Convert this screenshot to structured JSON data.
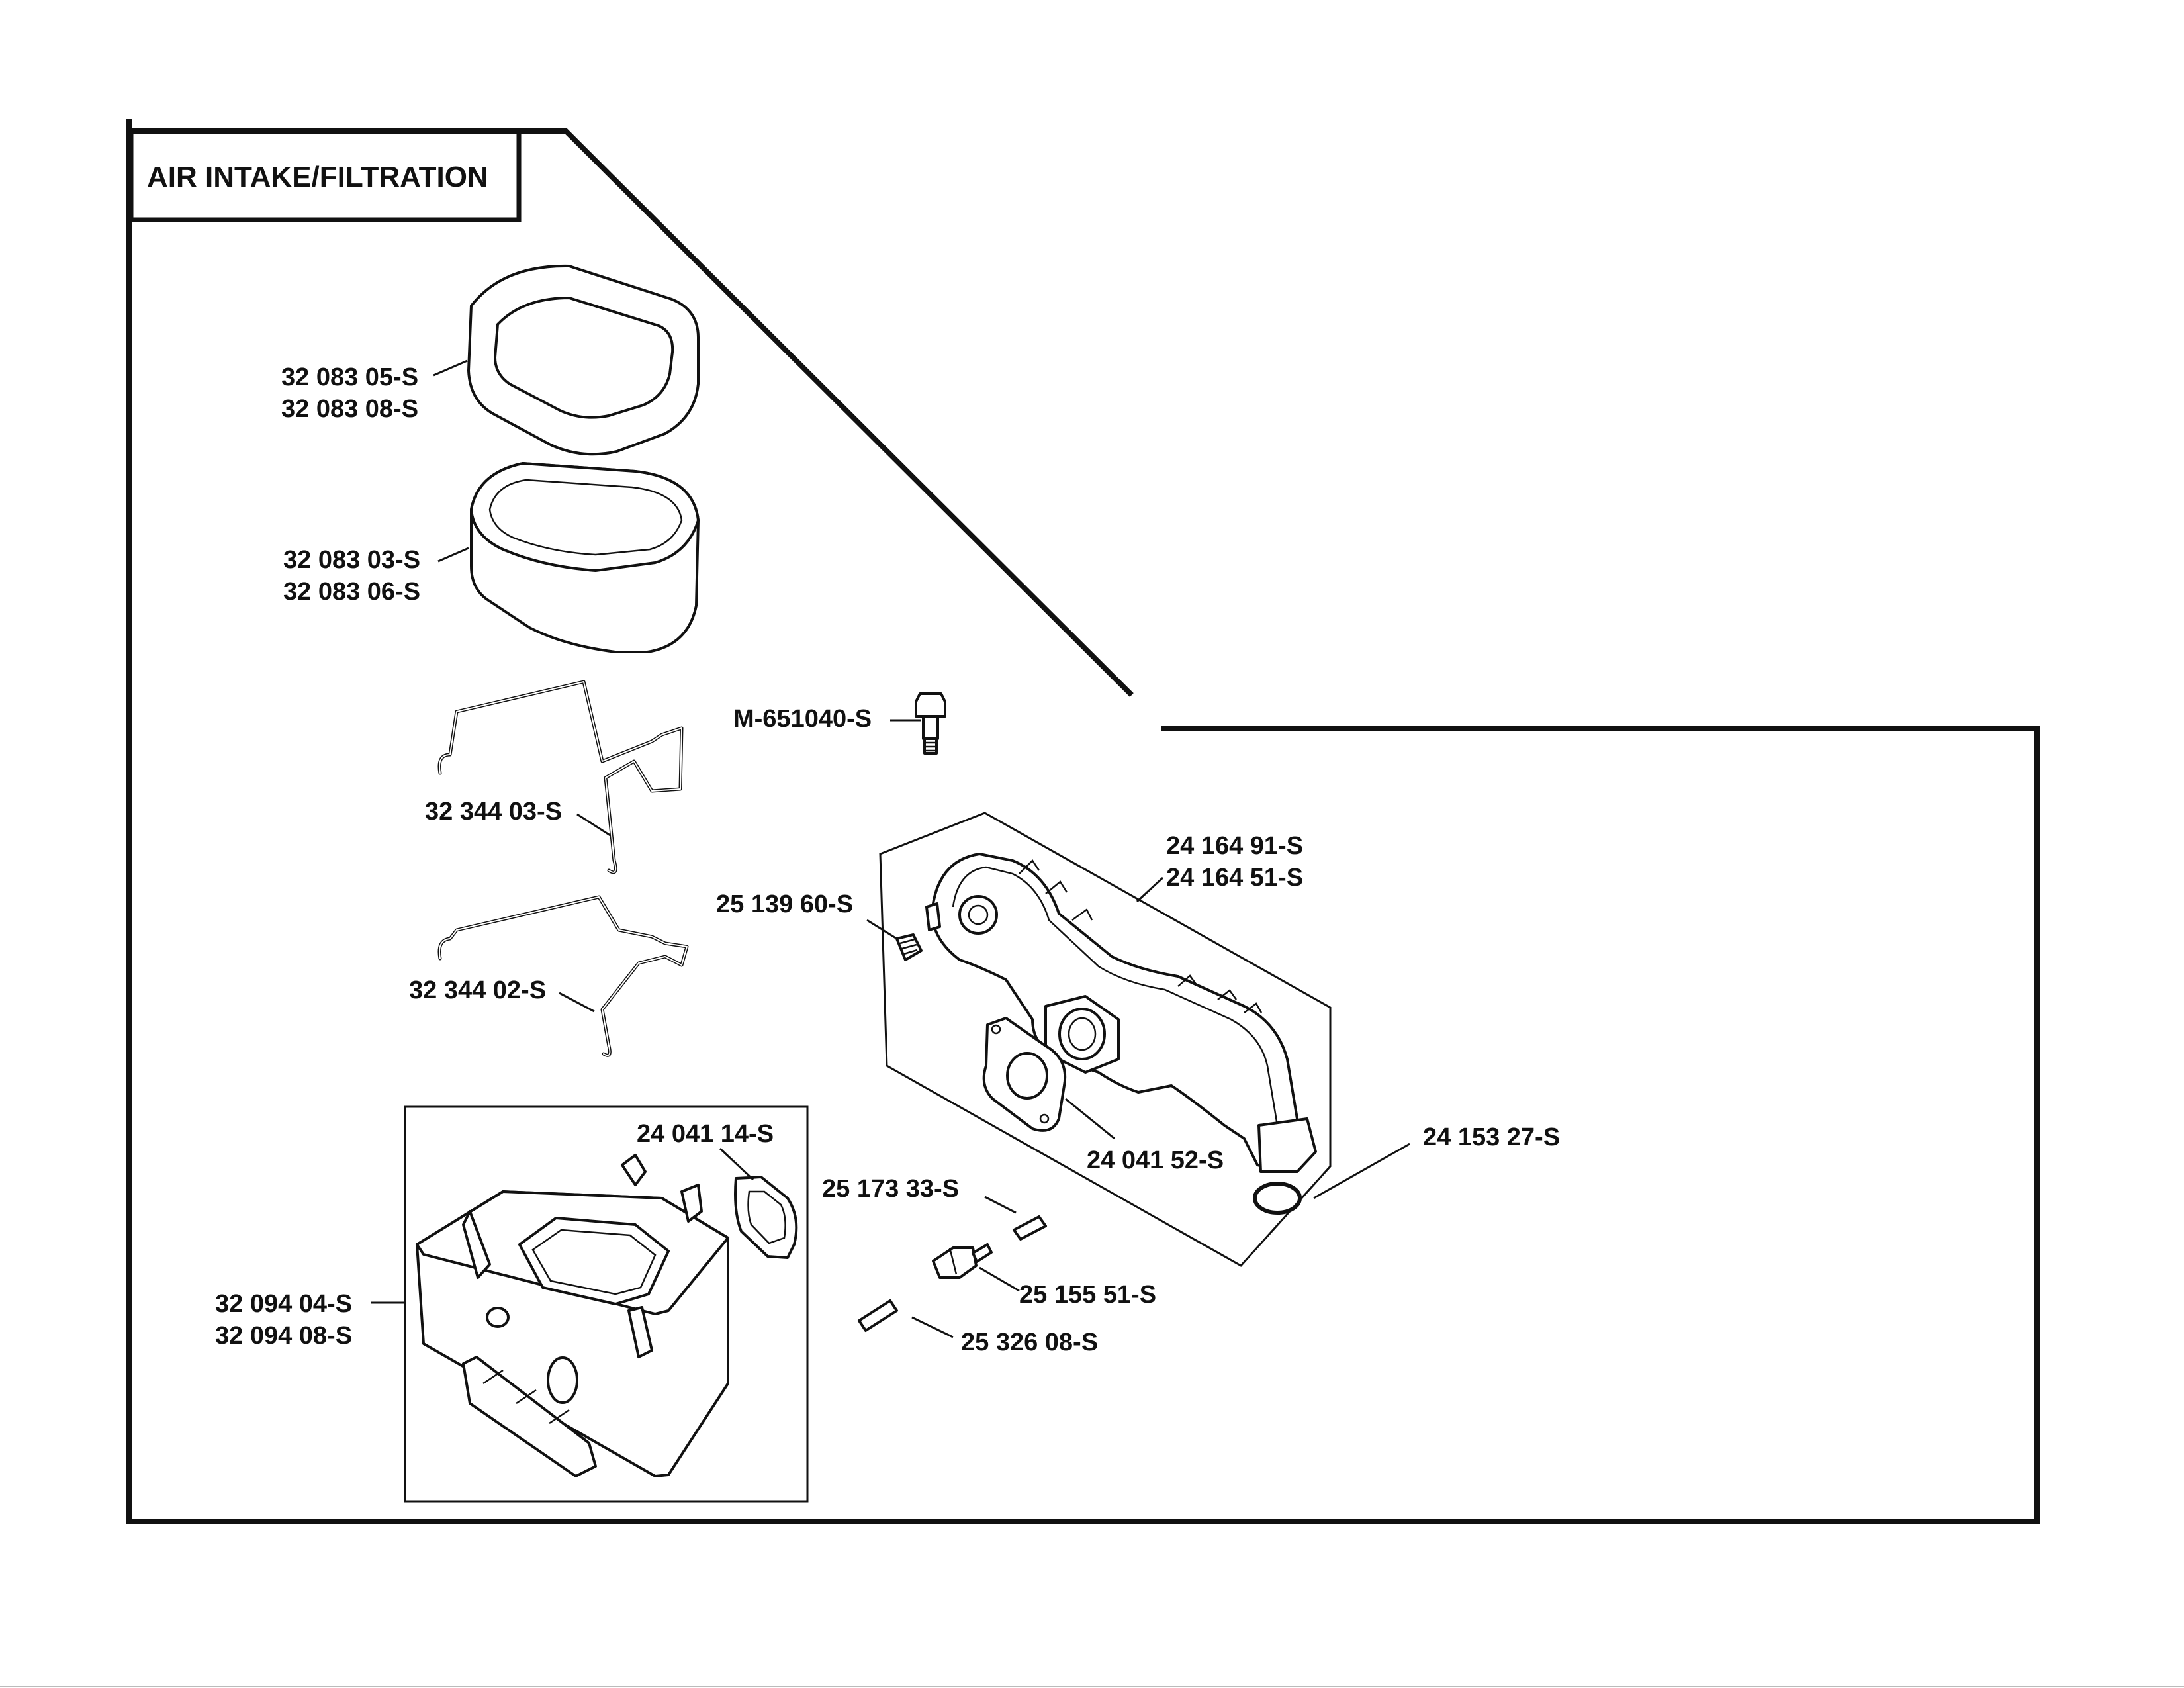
{
  "title": "AIR INTAKE/FILTRATION",
  "labels": {
    "precleaner_a": "32 083 05-S",
    "precleaner_b": "32 083 08-S",
    "element_a": "32 083 03-S",
    "element_b": "32 083 06-S",
    "screw": "M-651040-S",
    "upper_bail": "32 344 03-S",
    "lower_bail": "32 344 02-S",
    "fitting": "25 139 60-S",
    "manifold_a": "24 164 91-S",
    "manifold_b": "24 164 51-S",
    "manifold_gasket": "24 041 52-S",
    "o_ring": "24 153 27-S",
    "base_gasket": "24 041 14-S",
    "pin_short": "25 173 33-S",
    "clip": "25 155 51-S",
    "pin_long": "25 326 08-S",
    "base_a": "32 094 04-S",
    "base_b": "32 094 08-S"
  },
  "colors": {
    "ink": "#111111",
    "paper": "#ffffff"
  }
}
